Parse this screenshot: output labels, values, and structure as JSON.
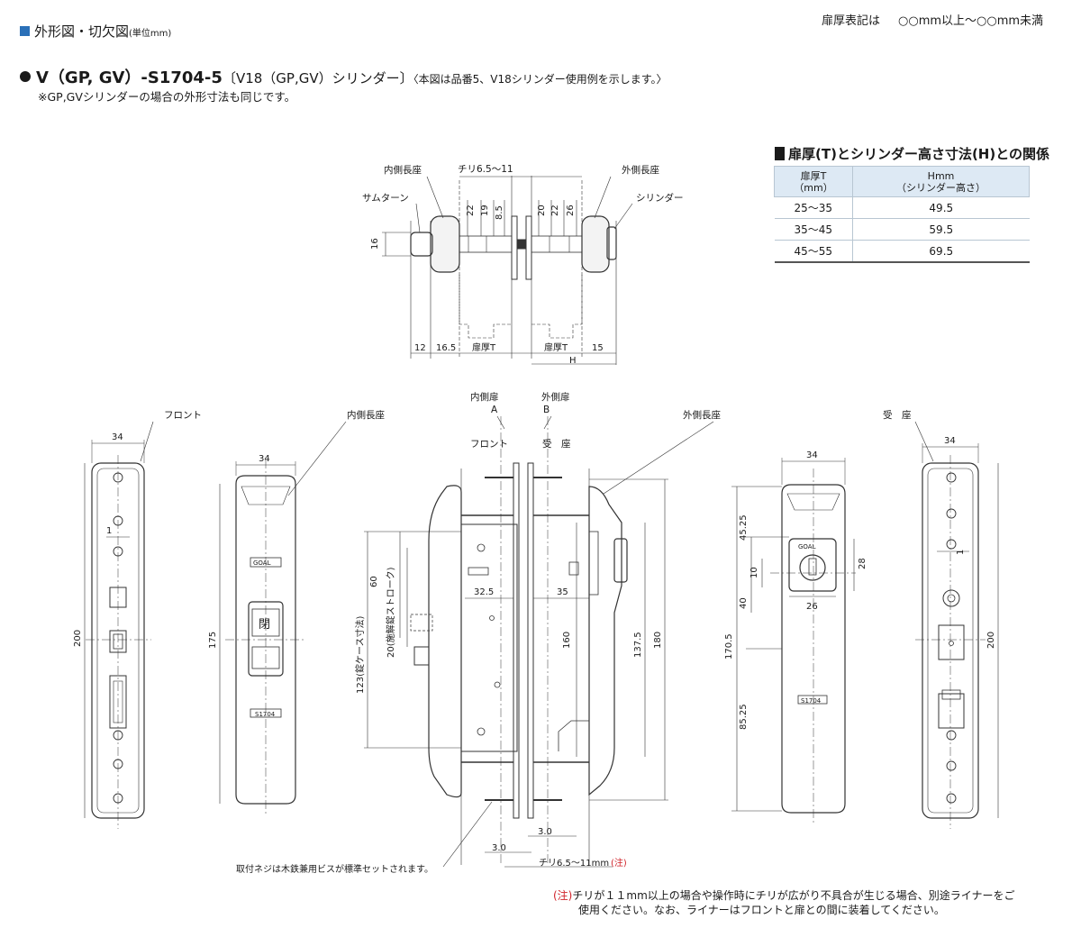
{
  "header": {
    "section_title": "外形図・切欠図",
    "section_unit": "(単位mm)",
    "legend_label": "扉厚表記は",
    "legend_value": "○○mm以上～○○mm未満"
  },
  "product": {
    "title": "V（GP, GV）-S1704-5",
    "subtitle": "〔V18（GP,GV）シリンダー〕",
    "title_note": "〈本図は品番5、V18シリンダー使用例を示します。〉",
    "subnote": "※GP,GVシリンダーの場合の外形寸法も同じです。"
  },
  "table": {
    "heading": "扉厚(T)とシリンダー高さ寸法(H)との関係",
    "headers": [
      {
        "main": "扉厚T",
        "sub": "（mm）"
      },
      {
        "main": "Hmm",
        "sub": "（シリンダー高さ）"
      }
    ],
    "rows": [
      [
        "25～35",
        "49.5"
      ],
      [
        "35～45",
        "59.5"
      ],
      [
        "45～55",
        "69.5"
      ]
    ]
  },
  "top_view": {
    "labels": {
      "inner_escutcheon": "内側長座",
      "thumbturn": "サムターン",
      "chiri": "チリ6.5～11",
      "outer_escutcheon": "外側長座",
      "cylinder": "シリンダー"
    },
    "dims_left_vertical": [
      "22",
      "19",
      "8.5"
    ],
    "dims_right_vertical": [
      "20",
      "22",
      "26"
    ],
    "dim_height": "16",
    "dims_bottom": [
      "12",
      "16.5",
      "扉厚T",
      "扉厚T",
      "15"
    ],
    "dim_h": "H"
  },
  "front_view": {
    "label": "フロント",
    "dim_width": "34",
    "dim_small": "1",
    "dim_height": "200"
  },
  "inner_view": {
    "label": "内側長座",
    "dim_width": "34",
    "dim_height": "175",
    "badge": "GOAL",
    "turn_label": "閉",
    "model": "S1704"
  },
  "section_view": {
    "labels": {
      "inner_door": "内側扉",
      "inner_door_letter": "A",
      "outer_door": "外側扉",
      "outer_door_letter": "B",
      "front": "フロント",
      "strike": "受　座"
    },
    "dims": {
      "case_height": "123(錠ケース寸法)",
      "dim_60": "60",
      "stroke": "20(施解錠ストローク)",
      "dim_32_5": "32.5",
      "dim_35": "35",
      "dim_160": "160",
      "dim_137_5": "137.5",
      "dim_180": "180",
      "dim_3_0_bottom": "3.0",
      "dim_3_0_right": "3.0",
      "chiri_bottom": "チリ6.5～11mm",
      "chiri_note_mark": "(注)"
    },
    "screw_note": "取付ネジは木鉄兼用ビスが標準セットされます。"
  },
  "outer_view": {
    "label": "外側長座",
    "dim_width": "34",
    "dims_vertical": [
      "45.25",
      "10",
      "40",
      "170.5",
      "85.25"
    ],
    "dim_28": "28",
    "dim_26": "26",
    "badge": "GOAL",
    "model": "S1704"
  },
  "strike_view": {
    "label": "受　座",
    "dim_width": "34",
    "dim_small": "1",
    "dim_height": "200"
  },
  "footer": {
    "note_mark": "(注)",
    "note_line1": "チリが１１mm以上の場合や操作時にチリが広がり不具合が生じる場合、別途ライナーをご",
    "note_line2": "使用ください。なお、ライナーはフロントと扉との間に装着してください。"
  },
  "colors": {
    "accent_blue": "#2a70b8",
    "table_header_bg": "#dde9f4",
    "note_red": "#d0232a"
  }
}
